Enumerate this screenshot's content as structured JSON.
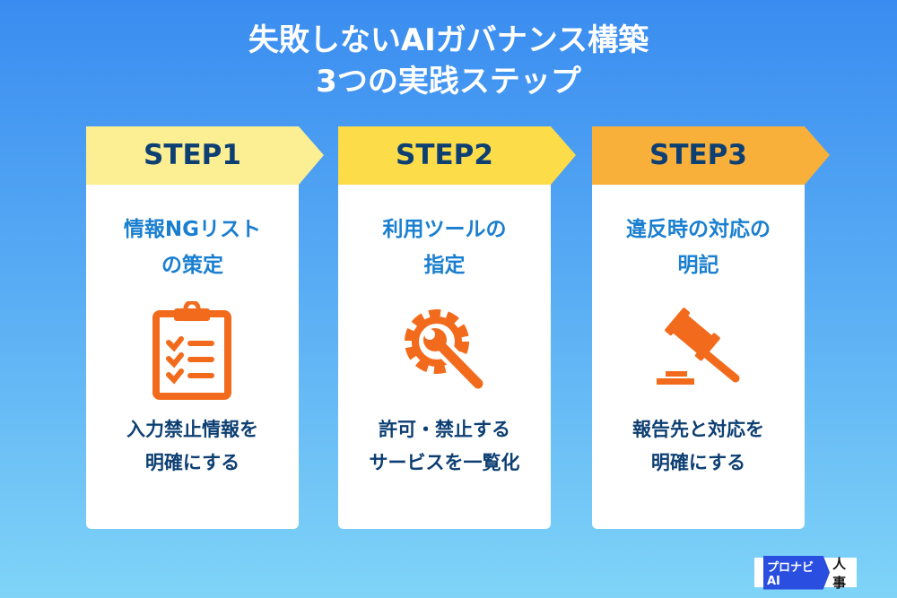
{
  "title": {
    "line1": "失敗しないAIガバナンス構築",
    "line2": "3つの実践ステップ"
  },
  "steps": [
    {
      "label": "STEP1",
      "heading1": "情報NGリスト",
      "heading2": "の策定",
      "icon": "clipboard-checklist-icon",
      "desc1": "入力禁止情報を",
      "desc2": "明確にする",
      "color": "#fbee93"
    },
    {
      "label": "STEP2",
      "heading1": "利用ツールの",
      "heading2": "指定",
      "icon": "gear-wrench-icon",
      "desc1": "許可・禁止する",
      "desc2": "サービスを一覧化",
      "color": "#fddc4a"
    },
    {
      "label": "STEP3",
      "heading1": "違反時の対応の",
      "heading2": "明記",
      "icon": "gavel-icon",
      "desc1": "報告先と対応を",
      "desc2": "明確にする",
      "color": "#f8b03a"
    }
  ],
  "logo": {
    "brand": "プロナビAI",
    "suffix": "人事"
  },
  "colors": {
    "icon": "#f26b1d",
    "heading": "#1a7fd0",
    "text": "#0d3f73"
  }
}
